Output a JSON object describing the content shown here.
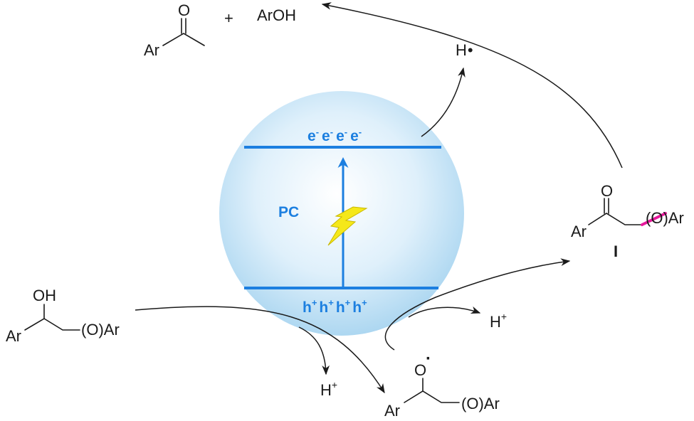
{
  "colors": {
    "band": "#1c7fe0",
    "highlight_bond": "#e6189b",
    "bolt_fill": "#f5e81a",
    "bolt_stroke": "#c9b800",
    "sphere_center": "#ffffff",
    "sphere_edge": "#a9d5f0"
  },
  "icons": {
    "light": "lightning-bolt-icon"
  },
  "photocatalyst": {
    "label": "PC",
    "cb_electron": "e",
    "cb_electron_sup": "-",
    "vb_hole": "h",
    "vb_hole_sup": "+"
  },
  "species": {
    "ketone_ar": "Ar",
    "ketone_o": "O",
    "plus_sign": "+",
    "phenol": "ArOH",
    "h_radical": "H",
    "h_radical_dot": "•",
    "intermediate_o": "O",
    "intermediate_ar": "Ar",
    "intermediate_tail": "(O)Ar",
    "intermediate_label": "I",
    "substrate_oh": "OH",
    "substrate_ar": "Ar",
    "substrate_tail": "(O)Ar",
    "proton_left": "H",
    "proton_left_sup": "+",
    "proton_right": "H",
    "proton_right_sup": "+",
    "radical_o": "O",
    "radical_dot": "·",
    "radical_ar": "Ar",
    "radical_tail": "(O)Ar"
  }
}
